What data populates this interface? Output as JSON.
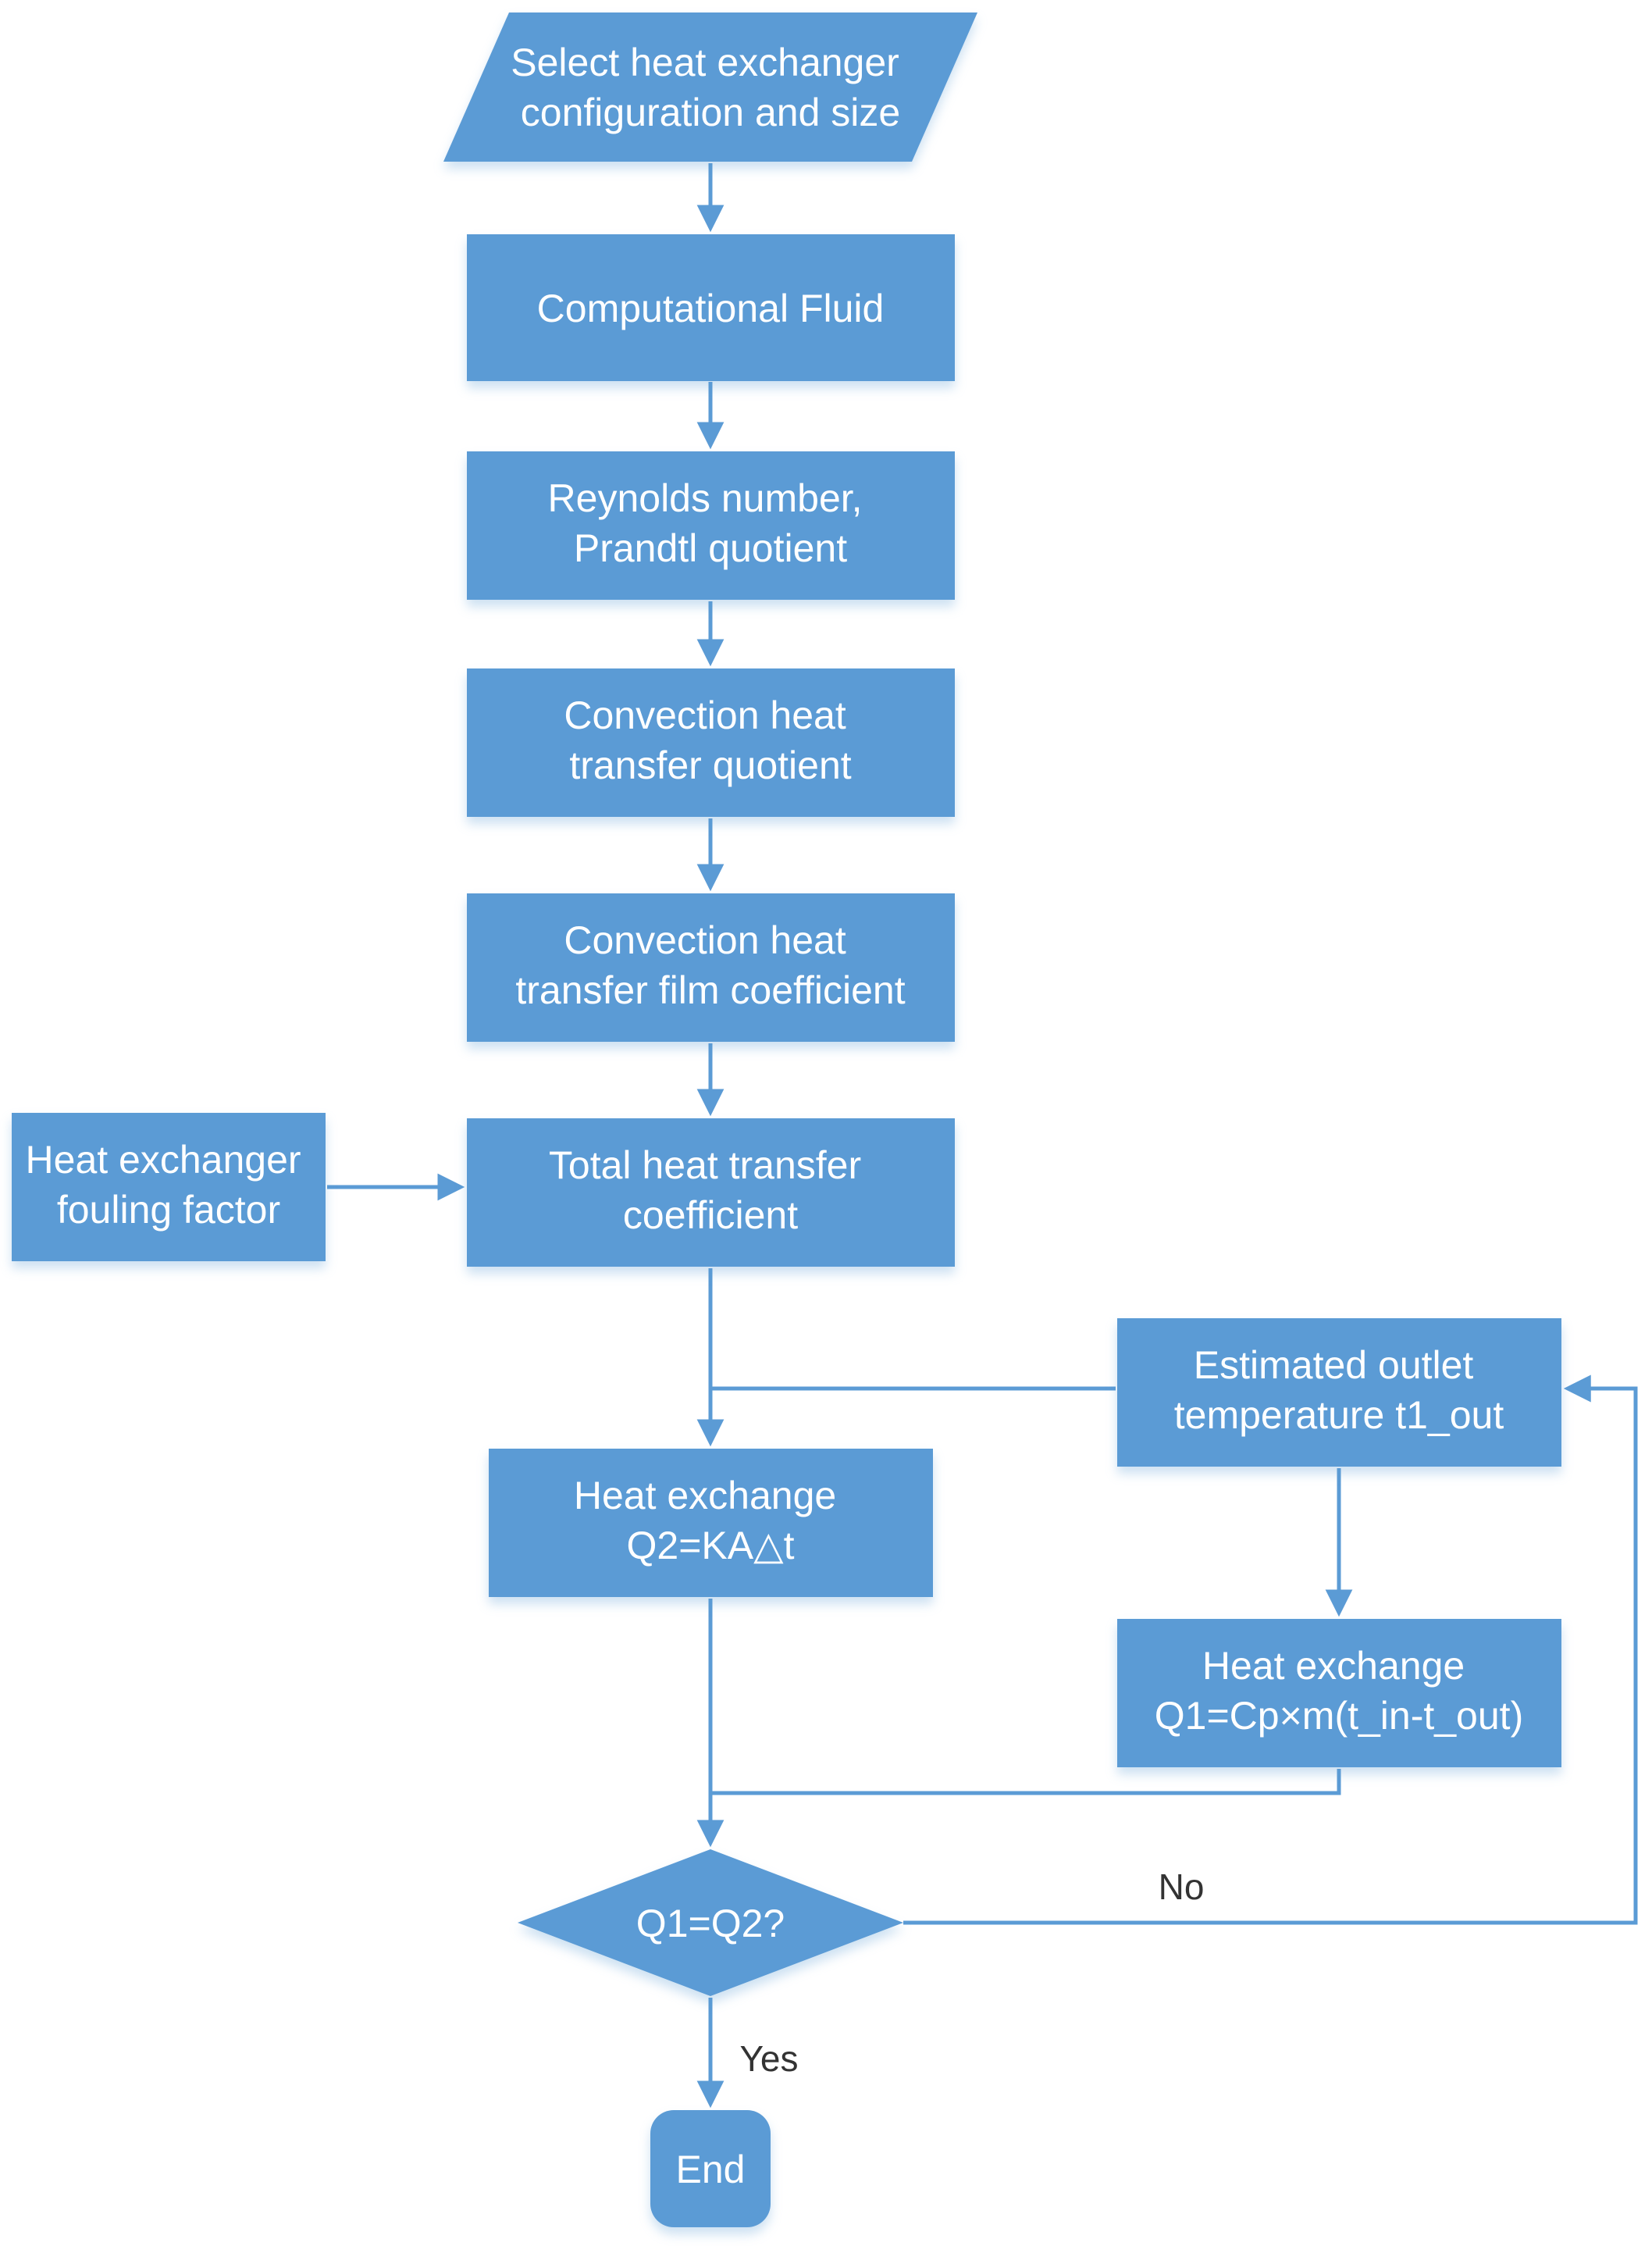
{
  "flowchart": {
    "nodes": {
      "start": {
        "type": "parallelogram",
        "line1": "Select heat exchanger",
        "line2": "configuration and size"
      },
      "cfd": {
        "type": "process",
        "line1": "Computational Fluid"
      },
      "reynolds": {
        "type": "process",
        "line1": "Reynolds number,",
        "line2": "Prandtl quotient"
      },
      "convection_quotient": {
        "type": "process",
        "line1": "Convection heat",
        "line2": "transfer quotient"
      },
      "convection_film": {
        "type": "process",
        "line1": "Convection heat",
        "line2": "transfer film coefficient"
      },
      "fouling": {
        "type": "process",
        "line1": "Heat exchanger",
        "line2": "fouling factor"
      },
      "total": {
        "type": "process",
        "line1": "Total heat transfer",
        "line2": "coefficient"
      },
      "q2": {
        "type": "process",
        "line1": "Heat exchange",
        "line2": "Q2=KA△t"
      },
      "estimated": {
        "type": "process",
        "line1": "Estimated outlet",
        "line2": "temperature t1_out"
      },
      "q1": {
        "type": "process",
        "line1": "Heat exchange",
        "line2": "Q1=Cp×m(t_in-t_out)"
      },
      "decision": {
        "type": "decision",
        "line1": "Q1=Q2?"
      },
      "end": {
        "type": "terminator",
        "line1": "End"
      }
    },
    "edge_labels": {
      "no": "No",
      "yes": "Yes"
    },
    "colors": {
      "node_fill": "#5b9bd5",
      "connector": "#5b9bd5",
      "node_text": "#ffffff",
      "edge_label_text": "#333333",
      "background": "#ffffff"
    }
  }
}
